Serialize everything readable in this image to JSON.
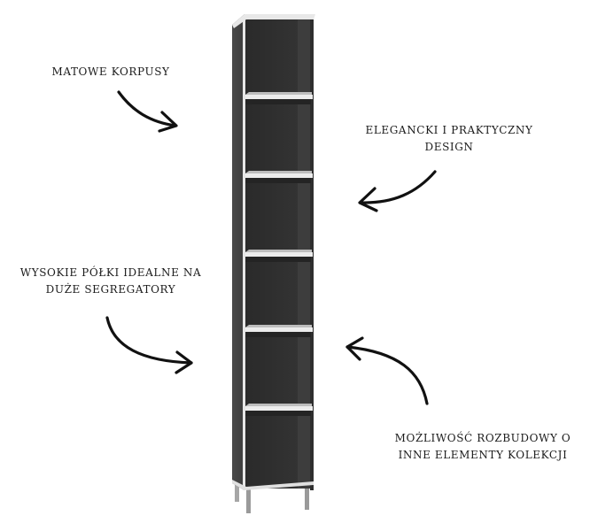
{
  "annotations": {
    "matowe": {
      "lines": [
        "MATOWE KORPUSY"
      ]
    },
    "elegancki": {
      "lines": [
        "ELEGANCKI I PRAKTYCZNY",
        "DESIGN"
      ]
    },
    "wysokie": {
      "lines": [
        "WYSOKIE PÓŁKI IDEALNE NA",
        "DUŻE SEGREGATORY"
      ]
    },
    "mozliwosc": {
      "lines": [
        "MOŻLIWOŚĆ ROZBUDOWY O",
        "INNE ELEMENTY KOLEKCJI"
      ]
    }
  },
  "colors": {
    "background": "#ffffff",
    "cabinet_dark": "#3a3a3a",
    "cabinet_inner": "#2c2c2c",
    "edge_white": "#e8e8e8",
    "legs": "#9a9a9a",
    "text": "#1b1b1b",
    "arrow": "#111111"
  },
  "product": {
    "shelf_count": 6
  }
}
